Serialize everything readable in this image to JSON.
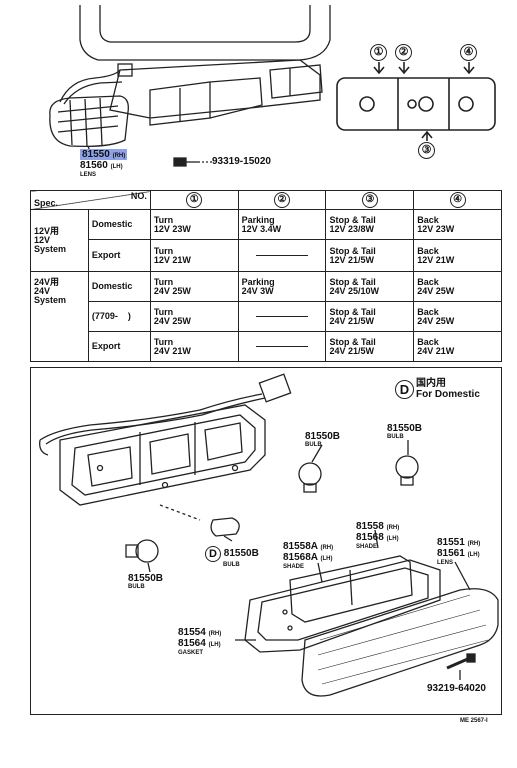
{
  "top_section": {
    "lens_part_rh": "81550",
    "lens_rh_tag": "(RH)",
    "lens_part_lh": "81560",
    "lens_lh_tag": "(LH)",
    "lens_label": "LENS",
    "screw_part": "93319-15020",
    "callouts": [
      "①",
      "②",
      "③",
      "④"
    ]
  },
  "table": {
    "spec_label": "Spec.",
    "no_label": "NO.",
    "col_headers": [
      "①",
      "②",
      "③",
      "④"
    ],
    "groups": [
      {
        "system": "12V用\n12V\nSystem",
        "rows": [
          {
            "market": "Domestic",
            "cells": [
              "Turn\n12V 23W",
              "Parking\n12V 3.4W",
              "Stop & Tail\n12V 23/8W",
              "Back\n12V 23W"
            ]
          },
          {
            "market": "Export",
            "cells": [
              "Turn\n12V 21W",
              "",
              "Stop & Tail\n12V 21/5W",
              "Back\n12V 21W"
            ]
          }
        ]
      },
      {
        "system": "24V用\n24V\nSystem",
        "rows": [
          {
            "market": "Domestic",
            "cells": [
              "Turn\n24V 25W",
              "Parking\n24V 3W",
              "Stop & Tail\n24V 25/10W",
              "Back\n24V 25W"
            ]
          },
          {
            "market": "(7709-    )",
            "cells": [
              "Turn\n24V 25W",
              "",
              "Stop & Tail\n24V 21/5W",
              "Back\n24V 25W"
            ]
          },
          {
            "market": "Export",
            "cells": [
              "Turn\n24V 21W",
              "",
              "Stop & Tail\n24V 21/5W",
              "Back\n24V 21W"
            ]
          }
        ]
      }
    ]
  },
  "exploded": {
    "domestic_badge": "D",
    "domestic_jp": "国内用",
    "domestic_en": "For Domestic",
    "bulb_a_part": "81550B",
    "bulb_a_label": "BULB",
    "bulb_b_part": "81550B",
    "bulb_b_label": "BULB",
    "bulb_c_part": "81550B",
    "bulb_c_label": "BULB",
    "bulb_d_badge": "D",
    "bulb_d_part": "81550B",
    "bulb_d_label": "BULB",
    "shade_a_rh": "81558A",
    "shade_a_rh_tag": "(RH)",
    "shade_a_lh": "81568A",
    "shade_a_lh_tag": "(LH)",
    "shade_a_label": "SHADE",
    "shade_rh": "81558",
    "shade_rh_tag": "(RH)",
    "shade_lh": "81568",
    "shade_lh_tag": "(LH)",
    "shade_label": "SHADE",
    "lens_rh": "81551",
    "lens_rh_tag": "(RH)",
    "lens_lh": "81561",
    "lens_lh_tag": "(LH)",
    "lens_label": "LENS",
    "gasket_rh": "81554",
    "gasket_rh_tag": "(RH)",
    "gasket_lh": "81564",
    "gasket_lh_tag": "(LH)",
    "gasket_label": "GASKET",
    "screw_part": "93219-64020",
    "footer_code": "ME 2567-I"
  }
}
